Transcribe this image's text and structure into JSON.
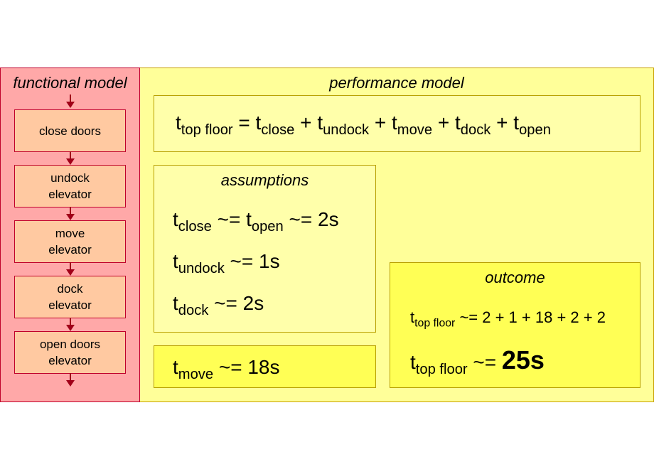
{
  "functional_model": {
    "title": "functional model",
    "steps": [
      "close doors",
      "undock\nelevator",
      "move\nelevator",
      "dock\nelevator",
      "open doors\nelevator"
    ]
  },
  "performance_model": {
    "title": "performance model",
    "formula": {
      "lhs_base": "t",
      "lhs_sub": "top floor",
      "eq": " = ",
      "terms": [
        {
          "base": "t",
          "sub": "close"
        },
        {
          "base": "t",
          "sub": "undock"
        },
        {
          "base": "t",
          "sub": "move"
        },
        {
          "base": "t",
          "sub": "dock"
        },
        {
          "base": "t",
          "sub": "open"
        }
      ],
      "plus": " + "
    }
  },
  "assumptions": {
    "title": "assumptions",
    "close_open": {
      "t1": "t",
      "s1": "close",
      "mid": " ~= ",
      "t2": "t",
      "s2": "open",
      "val": " ~= 2s"
    },
    "undock": {
      "t": "t",
      "s": "undock",
      "val": " ~= 1s"
    },
    "dock": {
      "t": "t",
      "s": "dock",
      "val": " ~= 2s"
    }
  },
  "move_estimate": {
    "t": "t",
    "s": "move",
    "val": " ~= 18s"
  },
  "outcome": {
    "title": "outcome",
    "sum_line": {
      "t": "t",
      "s": "top floor",
      "val": " ~= 2 + 1 + 18 + 2 + 2"
    },
    "result_line": {
      "t": "t",
      "s": "top floor",
      "mid": " ~= ",
      "val": "25s"
    }
  },
  "colors": {
    "functional_bg": "#ffa8a8",
    "step_bg": "#ffc9a1",
    "arrow": "#a00018",
    "performance_bg": "#ffff99",
    "outcome_bg": "#ffff55"
  }
}
